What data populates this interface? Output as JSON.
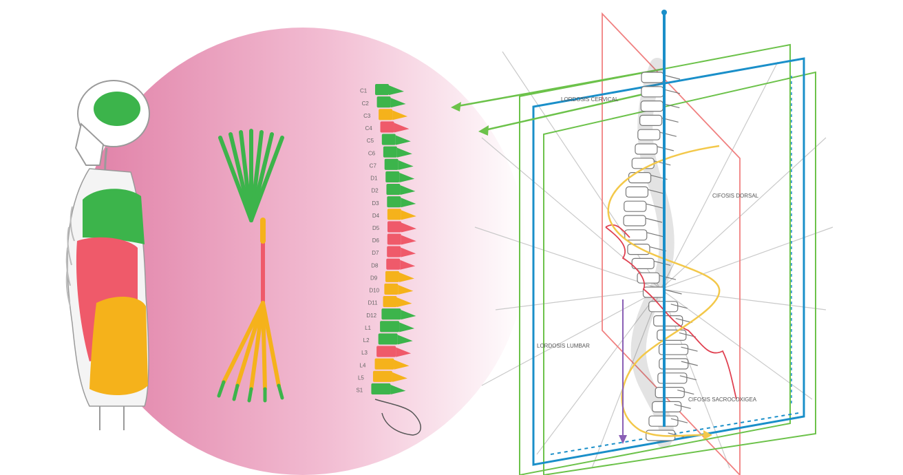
{
  "labels": {
    "cervical": "LORDOSIS CERVICAL",
    "dorsal": "CIFOSIS DORSAL",
    "lumbar": "LORDOSIS LUMBAR",
    "sacro": "CIFOSIS SACROCOXIGEA"
  },
  "vertebra_labels": [
    "C1",
    "C2",
    "C3",
    "C4",
    "C5",
    "C6",
    "C7",
    "D1",
    "D2",
    "D3",
    "D4",
    "D5",
    "D6",
    "D7",
    "D8",
    "D9",
    "D10",
    "D11",
    "D12",
    "L1",
    "L2",
    "L3",
    "L4",
    "L5",
    "S1"
  ],
  "colors": {
    "green": "#3cb44b",
    "red": "#ef5a6a",
    "orange": "#f5b21b",
    "pink": "#e98fb1",
    "blue": "#1a8fc9",
    "plane_green": "#6cc24a",
    "plane_red": "#f08080",
    "curve_yellow": "#f3c84a"
  },
  "icons": {
    "figure": "human-skeleton-figure",
    "fan": "nerve-fan",
    "spine_column": "colored-spine-column",
    "spine_3d": "spine-planes-diagram"
  }
}
